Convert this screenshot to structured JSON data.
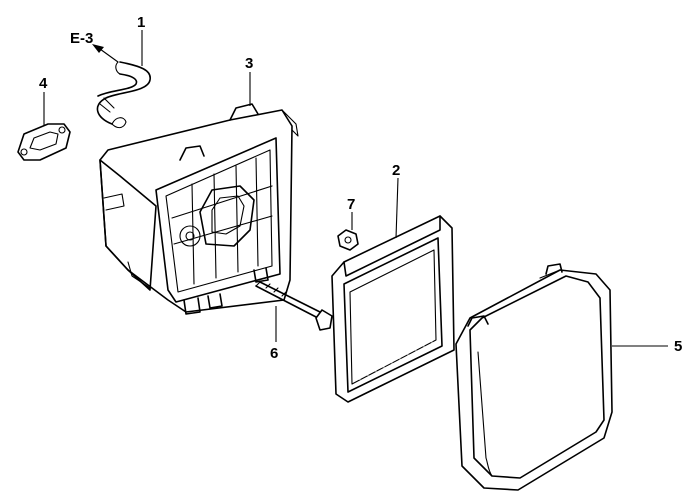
{
  "diagram": {
    "reference": "E-3",
    "callouts": {
      "hose": "1",
      "filter_element": "2",
      "case": "3",
      "gasket": "4",
      "cover": "5",
      "bolt": "6",
      "nut": "7"
    }
  }
}
